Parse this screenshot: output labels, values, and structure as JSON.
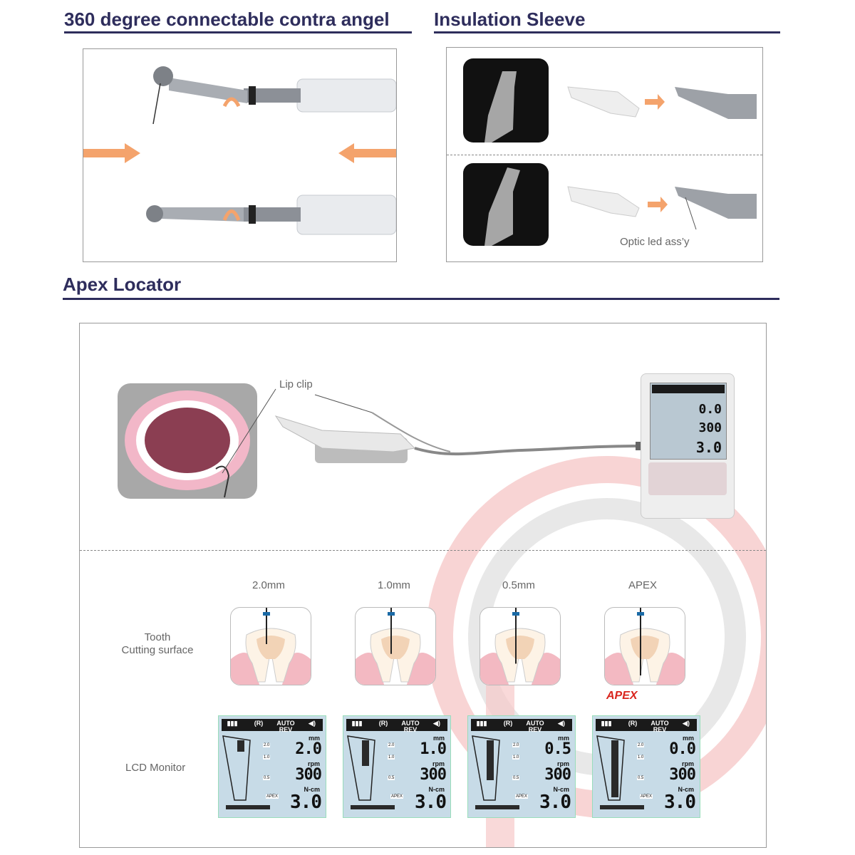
{
  "sections": {
    "contra_angle": {
      "title": "360 degree connectable contra angel"
    },
    "sleeve": {
      "title": "Insulation Sleeve",
      "caption": "Optic led ass’y"
    },
    "apex": {
      "title": "Apex Locator",
      "lip_clip": "Lip clip",
      "row_tooth": "Tooth\nCutting surface",
      "row_lcd": "LCD Monitor",
      "apex_marker": "APEX",
      "stages": [
        {
          "label": "2.0mm",
          "mm": "2.0",
          "rpm": "300",
          "ncm": "3.0",
          "progress": 0.2
        },
        {
          "label": "1.0mm",
          "mm": "1.0",
          "rpm": "300",
          "ncm": "3.0",
          "progress": 0.45
        },
        {
          "label": "0.5mm",
          "mm": "0.5",
          "rpm": "300",
          "ncm": "3.0",
          "progress": 0.7
        },
        {
          "label": "APEX",
          "mm": "0.0",
          "rpm": "300",
          "ncm": "3.0",
          "progress": 1.0
        }
      ]
    }
  },
  "lcd_labels": {
    "auto": "AUTO",
    "rev": "REV",
    "r": "(R)",
    "mm": "mm",
    "rpm": "rpm",
    "ncm": "N-cm",
    "t20": "2.0",
    "t10": "1.0",
    "t05": "0.5",
    "apex": "APEX"
  },
  "device": {
    "mm": "0.0",
    "rpm": "300",
    "ncm": "3.0"
  },
  "colors": {
    "heading": "#2e2d5c",
    "arrow": "#f4a36c",
    "apex_red": "#d9251d"
  }
}
